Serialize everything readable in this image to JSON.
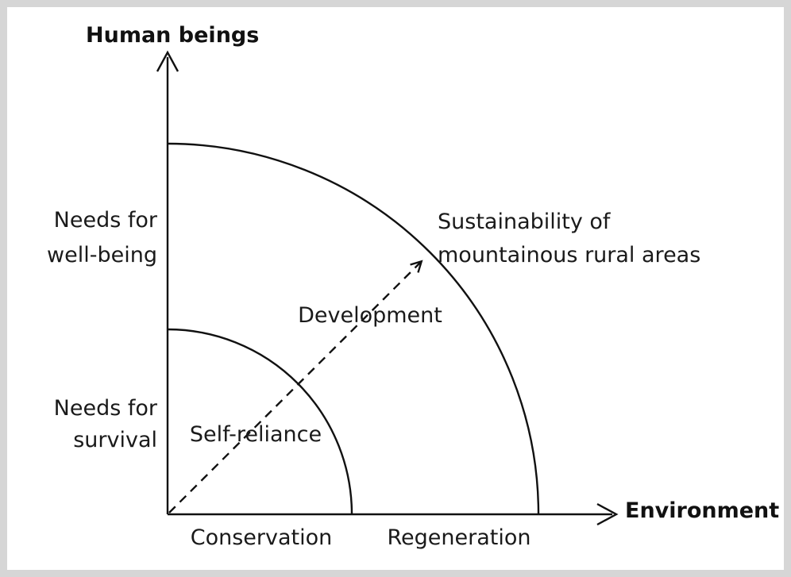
{
  "axes": {
    "y_label": "Human beings",
    "x_label": "Environment"
  },
  "y_levels": {
    "upper": [
      "Needs for",
      "well-being"
    ],
    "lower": [
      "Needs for",
      "survival"
    ]
  },
  "x_levels": {
    "inner": "Conservation",
    "outer": "Regeneration"
  },
  "regions": {
    "inner": "Self-reliance",
    "outer": [
      "Sustainability of",
      "mountainous rural areas"
    ]
  },
  "arrow": {
    "label": "Development"
  },
  "colors": {
    "line": "#111111",
    "frame": "#d6d6d6",
    "background": "#ffffff"
  }
}
